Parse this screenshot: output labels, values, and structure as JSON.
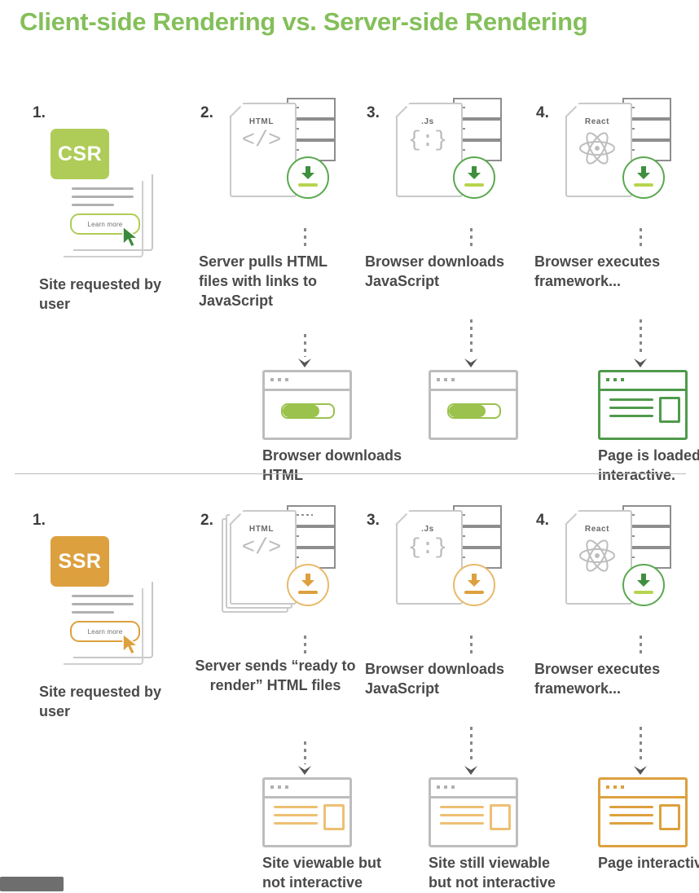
{
  "title": "Client-side Rendering vs. Server-side Rendering",
  "colors": {
    "title_green": "#84bf5a",
    "csr_badge": "#afcc58",
    "ssr_badge": "#dda03f",
    "download_green": "#5aa84f",
    "download_orange": "#e9b96a",
    "browser_gray": "#bdbdbd",
    "browser_green": "#4f9a4b",
    "browser_orange": "#dda03f",
    "text_dark": "#4a4a4a"
  },
  "sections": [
    {
      "id": "csr",
      "badge_label": "CSR",
      "steps": [
        {
          "number": "1.",
          "cta_label": "Learn more",
          "caption": "Site requested by user"
        },
        {
          "number": "2.",
          "file_type": "HTML",
          "file_glyph": "</>",
          "download_color": "green",
          "caption": "Server pulls HTML files with links to JavaScript",
          "browser_state": "progress",
          "progress_percent": 72,
          "bottom_caption": "Browser downloads HTML"
        },
        {
          "number": "3.",
          "file_type": ".Js",
          "file_glyph": "{:}",
          "download_color": "green",
          "caption": "Browser downloads JavaScript",
          "browser_state": "progress",
          "progress_percent": 72,
          "bottom_caption": ""
        },
        {
          "number": "4.",
          "file_type": "React",
          "file_glyph": "atom-icon",
          "download_color": "green",
          "caption": "Browser executes framework...",
          "browser_state": "loaded-green",
          "bottom_caption": "Page is loaded and interactive."
        }
      ]
    },
    {
      "id": "ssr",
      "badge_label": "SSR",
      "steps": [
        {
          "number": "1.",
          "cta_label": "Learn more",
          "caption": "Site requested by user"
        },
        {
          "number": "2.",
          "file_type": "HTML",
          "file_glyph": "</>",
          "download_color": "orange",
          "caption": "Server sends “ready to render” HTML files",
          "browser_state": "viewable-orange",
          "bottom_caption": "Site viewable but not interactive"
        },
        {
          "number": "3.",
          "file_type": ".Js",
          "file_glyph": "{:}",
          "download_color": "orange",
          "caption": "Browser downloads JavaScript",
          "browser_state": "viewable-orange",
          "bottom_caption": "Site still viewable but not interactive"
        },
        {
          "number": "4.",
          "file_type": "React",
          "file_glyph": "atom-icon",
          "download_color": "green",
          "caption": "Browser executes framework...",
          "browser_state": "interactive-orange",
          "bottom_caption": "Page interactive."
        }
      ]
    }
  ]
}
